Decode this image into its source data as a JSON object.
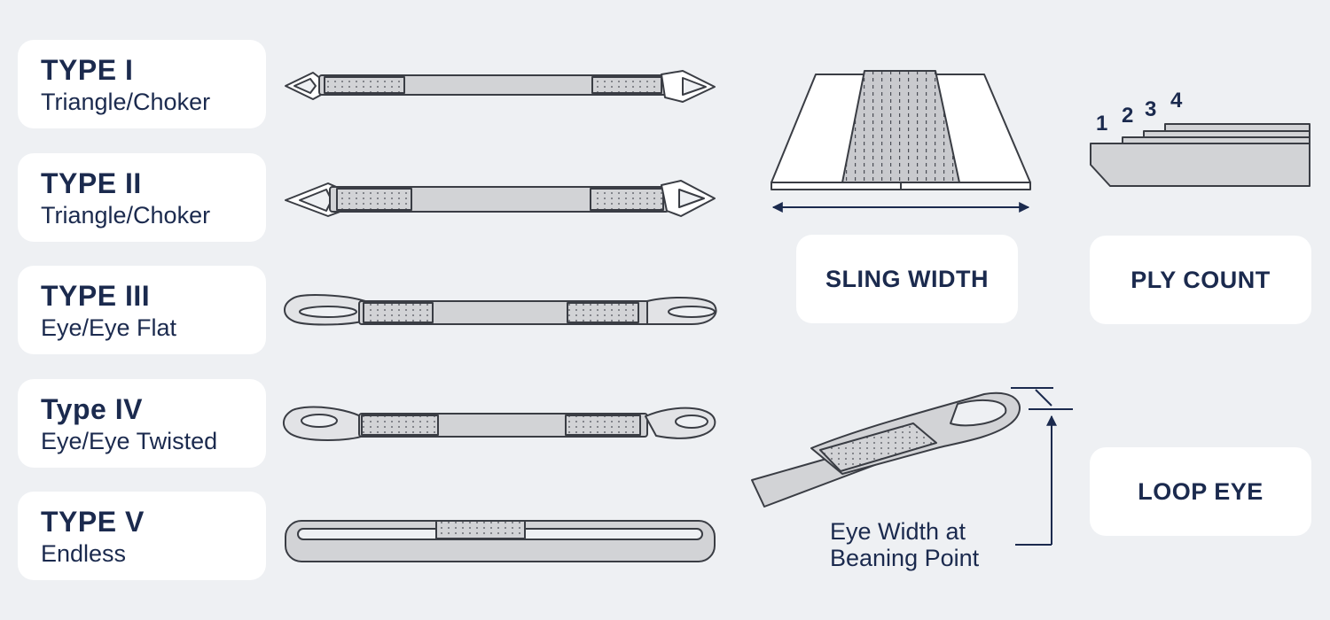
{
  "types": [
    {
      "title": "TYPE I",
      "subtitle": "Triangle/Choker"
    },
    {
      "title": "TYPE II",
      "subtitle": "Triangle/Choker"
    },
    {
      "title": "TYPE III",
      "subtitle": "Eye/Eye Flat"
    },
    {
      "title": "Type IV",
      "subtitle": "Eye/Eye Twisted"
    },
    {
      "title": "TYPE V",
      "subtitle": "Endless"
    }
  ],
  "labels": {
    "sling_width": "SLING WIDTH",
    "ply_count": "PLY COUNT",
    "loop_eye": "LOOP EYE"
  },
  "eye_width_caption": [
    "Eye Width at",
    "Beaning Point"
  ],
  "ply_numbers": [
    "1",
    "2",
    "3",
    "4"
  ],
  "colors": {
    "background": "#eef0f3",
    "card": "#ffffff",
    "text": "#1b2a4e",
    "sling_fill": "#d2d3d6",
    "outline": "#3a3d44"
  },
  "icons": [
    "triangle-fitting-icon",
    "loop-eye-icon",
    "endless-sling-icon",
    "dimension-arrow-icon"
  ]
}
